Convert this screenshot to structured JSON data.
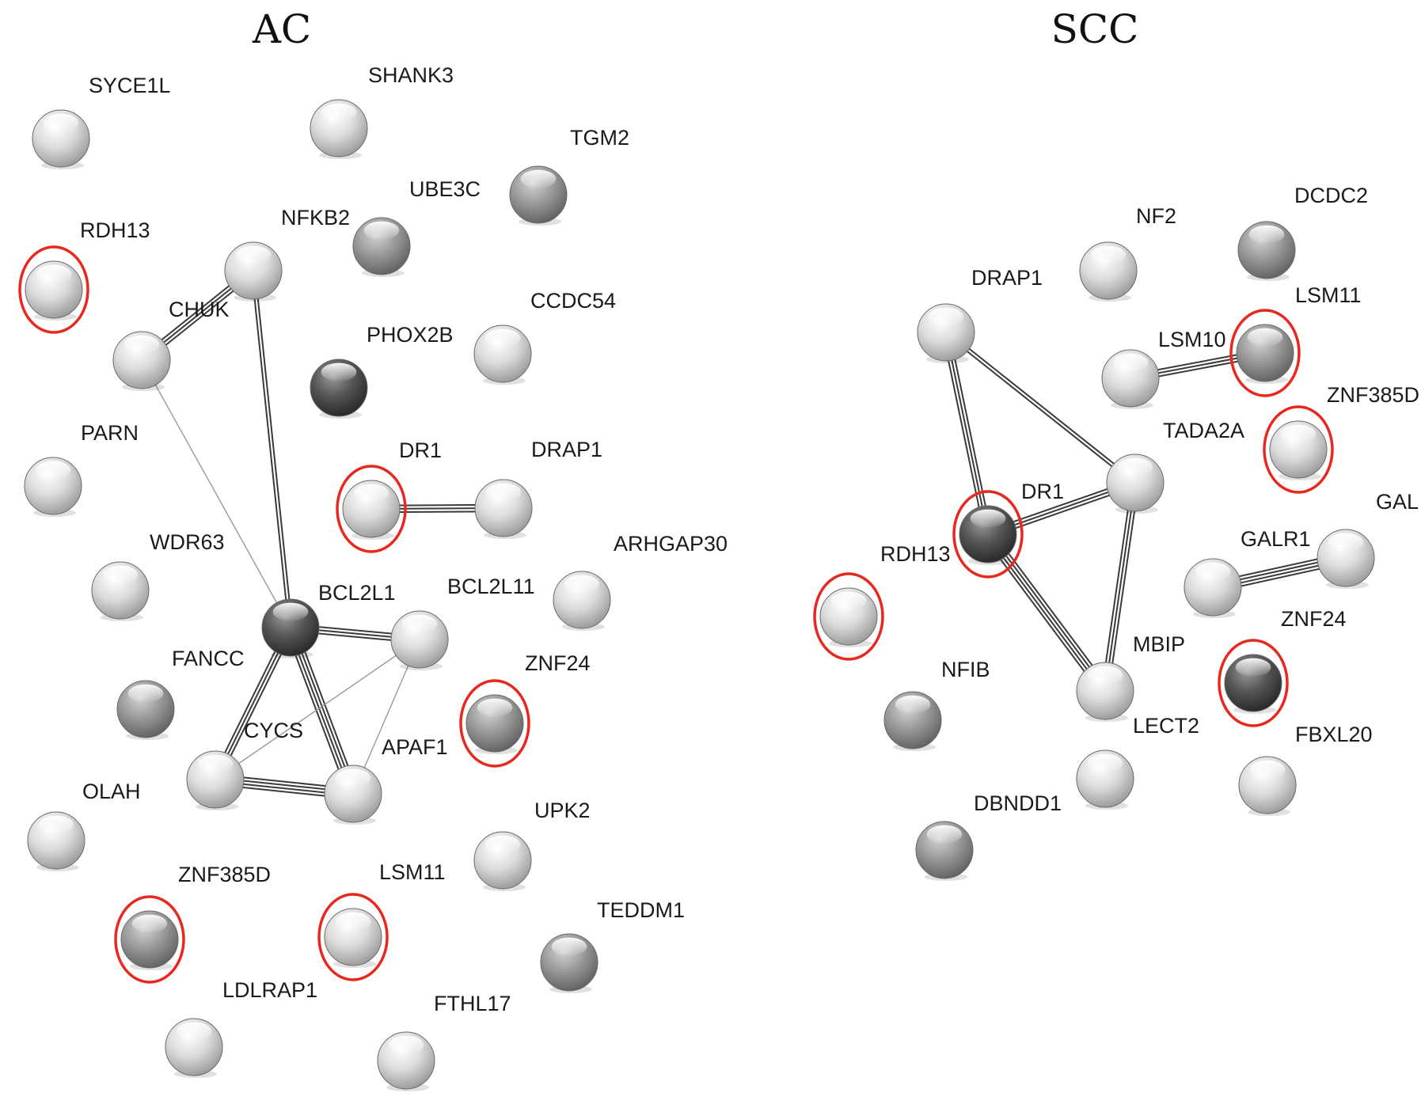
{
  "panels": [
    {
      "title": "AC",
      "nodes": [
        {
          "id": "SYCE1L",
          "tone": "light",
          "highlighted": false
        },
        {
          "id": "SHANK3",
          "tone": "light",
          "highlighted": false
        },
        {
          "id": "TGM2",
          "tone": "medium",
          "highlighted": false
        },
        {
          "id": "UBE3C",
          "tone": "medium",
          "highlighted": false
        },
        {
          "id": "NFKB2",
          "tone": "light",
          "highlighted": false
        },
        {
          "id": "RDH13",
          "tone": "light",
          "highlighted": true
        },
        {
          "id": "CHUK",
          "tone": "light",
          "highlighted": false
        },
        {
          "id": "CCDC54",
          "tone": "light",
          "highlighted": false
        },
        {
          "id": "PHOX2B",
          "tone": "dark",
          "highlighted": false
        },
        {
          "id": "PARN",
          "tone": "light",
          "highlighted": false
        },
        {
          "id": "DR1",
          "tone": "light",
          "highlighted": true
        },
        {
          "id": "DRAP1",
          "tone": "light",
          "highlighted": false
        },
        {
          "id": "WDR63",
          "tone": "light",
          "highlighted": false
        },
        {
          "id": "ARHGAP30",
          "tone": "light",
          "highlighted": false
        },
        {
          "id": "BCL2L1",
          "tone": "dark",
          "highlighted": false
        },
        {
          "id": "BCL2L11",
          "tone": "light",
          "highlighted": false
        },
        {
          "id": "FANCC",
          "tone": "medium",
          "highlighted": false
        },
        {
          "id": "ZNF24",
          "tone": "medium",
          "highlighted": true
        },
        {
          "id": "CYCS",
          "tone": "light",
          "highlighted": false
        },
        {
          "id": "APAF1",
          "tone": "light",
          "highlighted": false
        },
        {
          "id": "OLAH",
          "tone": "light",
          "highlighted": false
        },
        {
          "id": "UPK2",
          "tone": "light",
          "highlighted": false
        },
        {
          "id": "ZNF385D",
          "tone": "medium",
          "highlighted": true
        },
        {
          "id": "LSM11",
          "tone": "light",
          "highlighted": true
        },
        {
          "id": "TEDDM1",
          "tone": "medium",
          "highlighted": false
        },
        {
          "id": "LDLRAP1",
          "tone": "light",
          "highlighted": false
        },
        {
          "id": "FTHL17",
          "tone": "light",
          "highlighted": false
        }
      ],
      "edges": [
        {
          "from": "CHUK",
          "to": "NFKB2",
          "strands": 3
        },
        {
          "from": "CHUK",
          "to": "BCL2L1",
          "strands": 1
        },
        {
          "from": "NFKB2",
          "to": "BCL2L1",
          "strands": 2
        },
        {
          "from": "DR1",
          "to": "DRAP1",
          "strands": 3
        },
        {
          "from": "BCL2L1",
          "to": "BCL2L11",
          "strands": 3
        },
        {
          "from": "BCL2L1",
          "to": "CYCS",
          "strands": 3
        },
        {
          "from": "BCL2L1",
          "to": "APAF1",
          "strands": 4
        },
        {
          "from": "CYCS",
          "to": "APAF1",
          "strands": 4
        },
        {
          "from": "CYCS",
          "to": "BCL2L11",
          "strands": 1
        },
        {
          "from": "APAF1",
          "to": "BCL2L11",
          "strands": 1
        }
      ]
    },
    {
      "title": "SCC",
      "nodes": [
        {
          "id": "NF2",
          "tone": "light",
          "highlighted": false
        },
        {
          "id": "DCDC2",
          "tone": "medium",
          "highlighted": false
        },
        {
          "id": "DRAP1",
          "tone": "light",
          "highlighted": false
        },
        {
          "id": "LSM10",
          "tone": "light",
          "highlighted": false
        },
        {
          "id": "LSM11",
          "tone": "medium",
          "highlighted": true
        },
        {
          "id": "ZNF385D",
          "tone": "light",
          "highlighted": true
        },
        {
          "id": "TADA2A",
          "tone": "light",
          "highlighted": false
        },
        {
          "id": "DR1",
          "tone": "dark",
          "highlighted": true
        },
        {
          "id": "GAL",
          "tone": "light",
          "highlighted": false
        },
        {
          "id": "GALR1",
          "tone": "light",
          "highlighted": false
        },
        {
          "id": "RDH13",
          "tone": "light",
          "highlighted": true
        },
        {
          "id": "MBIP",
          "tone": "light",
          "highlighted": false
        },
        {
          "id": "ZNF24",
          "tone": "dark",
          "highlighted": true
        },
        {
          "id": "NFIB",
          "tone": "medium",
          "highlighted": false
        },
        {
          "id": "LECT2",
          "tone": "light",
          "highlighted": false
        },
        {
          "id": "FBXL20",
          "tone": "light",
          "highlighted": false
        },
        {
          "id": "DBNDD1",
          "tone": "medium",
          "highlighted": false
        }
      ],
      "edges": [
        {
          "from": "DRAP1",
          "to": "DR1",
          "strands": 3
        },
        {
          "from": "DRAP1",
          "to": "TADA2A",
          "strands": 2
        },
        {
          "from": "LSM10",
          "to": "LSM11",
          "strands": 3
        },
        {
          "from": "DR1",
          "to": "TADA2A",
          "strands": 3
        },
        {
          "from": "DR1",
          "to": "MBIP",
          "strands": 4
        },
        {
          "from": "TADA2A",
          "to": "MBIP",
          "strands": 3
        },
        {
          "from": "GALR1",
          "to": "GAL",
          "strands": 4
        }
      ]
    }
  ],
  "colors": {
    "highlight_ring": "#e8281e",
    "edge": "#3a3a3a",
    "label": "#1a1a1a"
  }
}
